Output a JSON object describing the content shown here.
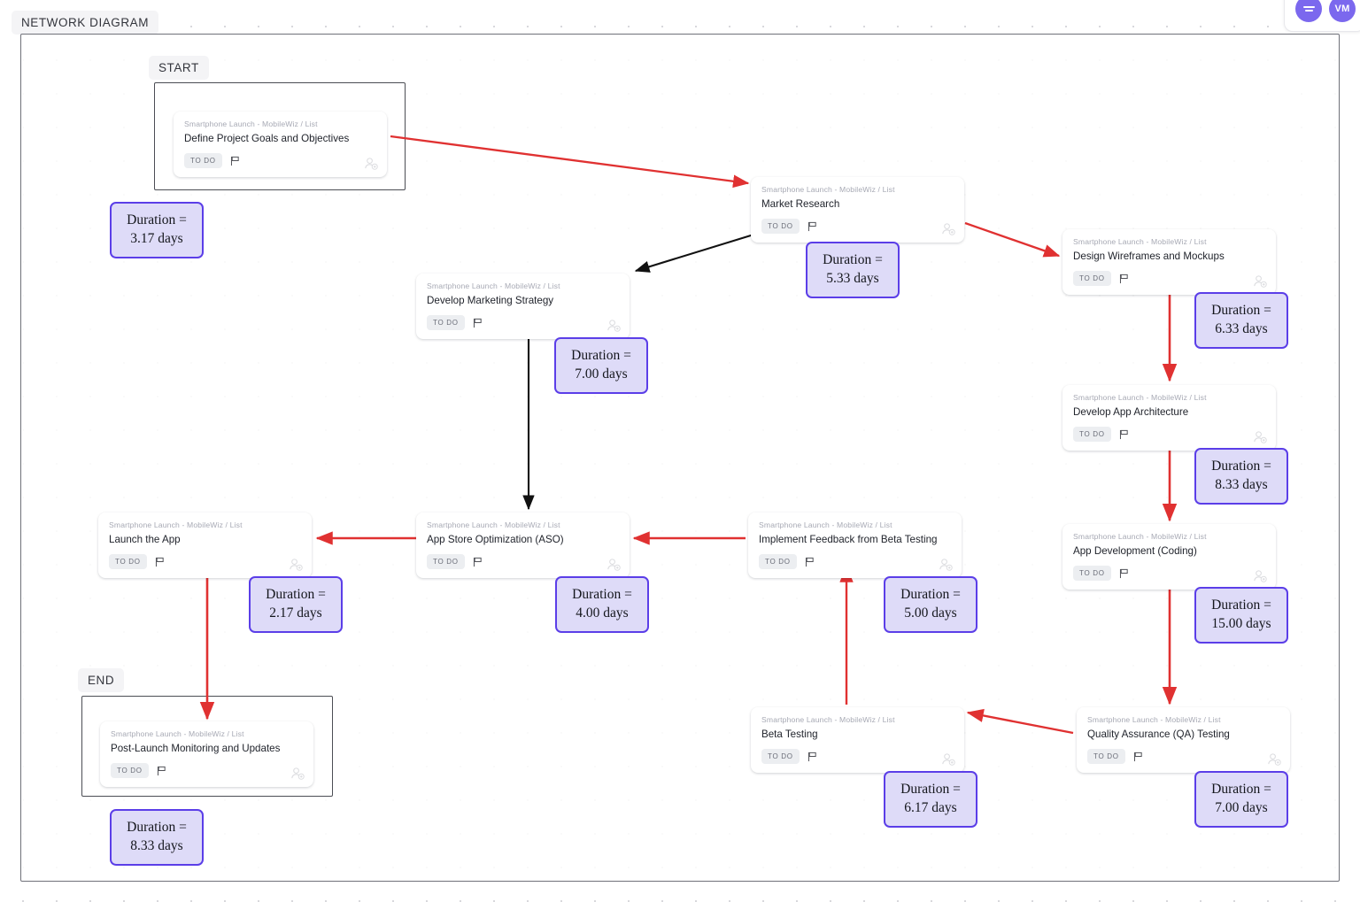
{
  "page": {
    "diagram_label": "NETWORK DIAGRAM",
    "start_label": "START",
    "end_label": "END"
  },
  "colors": {
    "critical_path_arrow": "#e03131",
    "normal_arrow": "#111111",
    "duration_fill": "#dedbf8",
    "duration_border": "#5b3ee8",
    "avatar": "#7b68ee",
    "status_badge_bg": "#eceef1"
  },
  "header": {
    "avatars": [
      {
        "name": "menu-avatar",
        "initials": ""
      },
      {
        "name": "user-avatar",
        "initials": "VM"
      }
    ]
  },
  "card_defaults": {
    "breadcrumb": "Smartphone Launch - MobileWiz  /  List",
    "status": "TO DO"
  },
  "tasks": [
    {
      "id": "define-project-goals",
      "breadcrumb": "Smartphone Launch - MobileWiz  /  List",
      "title": "Define Project Goals and Objectives",
      "status": "TO DO",
      "duration": "Duration =\n3.17 days",
      "duration_value": "3.17 days"
    },
    {
      "id": "market-research",
      "breadcrumb": "Smartphone Launch - MobileWiz  /  List",
      "title": "Market Research",
      "status": "TO DO",
      "duration_value": "5.33 days"
    },
    {
      "id": "design-wireframes",
      "breadcrumb": "Smartphone Launch - MobileWiz  /  List",
      "title": "Design Wireframes and Mockups",
      "status": "TO DO",
      "duration_value": "6.33 days"
    },
    {
      "id": "develop-marketing-strategy",
      "breadcrumb": "Smartphone Launch - MobileWiz  /  List",
      "title": "Develop Marketing Strategy",
      "status": "TO DO",
      "duration_value": "7.00 days"
    },
    {
      "id": "develop-app-architecture",
      "breadcrumb": "Smartphone Launch - MobileWiz  /  List",
      "title": "Develop App Architecture",
      "status": "TO DO",
      "duration_value": "8.33 days"
    },
    {
      "id": "app-development-coding",
      "breadcrumb": "Smartphone Launch - MobileWiz  /  List",
      "title": "App Development (Coding)",
      "status": "TO DO",
      "duration_value": "15.00 days"
    },
    {
      "id": "qa-testing",
      "breadcrumb": "Smartphone Launch - MobileWiz  /  List",
      "title": "Quality Assurance (QA) Testing",
      "status": "TO DO",
      "duration_value": "7.00 days"
    },
    {
      "id": "beta-testing",
      "breadcrumb": "Smartphone Launch - MobileWiz  /  List",
      "title": "Beta Testing",
      "status": "TO DO",
      "duration_value": "6.17 days"
    },
    {
      "id": "implement-feedback",
      "breadcrumb": "Smartphone Launch - MobileWiz  /  List",
      "title": "Implement Feedback from Beta Testing",
      "status": "TO DO",
      "duration_value": "5.00 days"
    },
    {
      "id": "app-store-optimization",
      "breadcrumb": "Smartphone Launch - MobileWiz  /  List",
      "title": "App Store Optimization (ASO)",
      "status": "TO DO",
      "duration_value": "4.00 days"
    },
    {
      "id": "launch-the-app",
      "breadcrumb": "Smartphone Launch - MobileWiz  /  List",
      "title": "Launch the App",
      "status": "TO DO",
      "duration_value": "2.17 days"
    },
    {
      "id": "post-launch-monitoring",
      "breadcrumb": "Smartphone Launch - MobileWiz  /  List",
      "title": "Post-Launch Monitoring and Updates",
      "status": "TO DO",
      "duration_value": "8.33 days"
    }
  ],
  "durations": [
    {
      "for": "define-project-goals",
      "line1": "Duration =",
      "line2": "3.17 days"
    },
    {
      "for": "market-research",
      "line1": "Duration =",
      "line2": "5.33 days"
    },
    {
      "for": "design-wireframes",
      "line1": "Duration =",
      "line2": "6.33 days"
    },
    {
      "for": "develop-marketing-strategy",
      "line1": "Duration =",
      "line2": "7.00 days"
    },
    {
      "for": "develop-app-architecture",
      "line1": "Duration =",
      "line2": "8.33 days"
    },
    {
      "for": "app-development-coding",
      "line1": "Duration =",
      "line2": "15.00 days"
    },
    {
      "for": "qa-testing",
      "line1": "Duration =",
      "line2": "7.00 days"
    },
    {
      "for": "beta-testing",
      "line1": "Duration =",
      "line2": "6.17 days"
    },
    {
      "for": "implement-feedback",
      "line1": "Duration =",
      "line2": "5.00 days"
    },
    {
      "for": "app-store-optimization",
      "line1": "Duration =",
      "line2": "4.00 days"
    },
    {
      "for": "launch-the-app",
      "line1": "Duration =",
      "line2": "2.17 days"
    },
    {
      "for": "post-launch-monitoring",
      "line1": "Duration =",
      "line2": "8.33 days"
    }
  ],
  "edges": [
    {
      "from": "define-project-goals",
      "to": "market-research",
      "type": "critical"
    },
    {
      "from": "market-research",
      "to": "design-wireframes",
      "type": "critical"
    },
    {
      "from": "market-research",
      "to": "develop-marketing-strategy",
      "type": "normal"
    },
    {
      "from": "design-wireframes",
      "to": "develop-app-architecture",
      "type": "critical"
    },
    {
      "from": "develop-app-architecture",
      "to": "app-development-coding",
      "type": "critical"
    },
    {
      "from": "app-development-coding",
      "to": "qa-testing",
      "type": "critical"
    },
    {
      "from": "qa-testing",
      "to": "beta-testing",
      "type": "critical"
    },
    {
      "from": "beta-testing",
      "to": "implement-feedback",
      "type": "critical"
    },
    {
      "from": "implement-feedback",
      "to": "app-store-optimization",
      "type": "critical"
    },
    {
      "from": "develop-marketing-strategy",
      "to": "app-store-optimization",
      "type": "normal"
    },
    {
      "from": "app-store-optimization",
      "to": "launch-the-app",
      "type": "critical"
    },
    {
      "from": "launch-the-app",
      "to": "post-launch-monitoring",
      "type": "critical"
    }
  ]
}
